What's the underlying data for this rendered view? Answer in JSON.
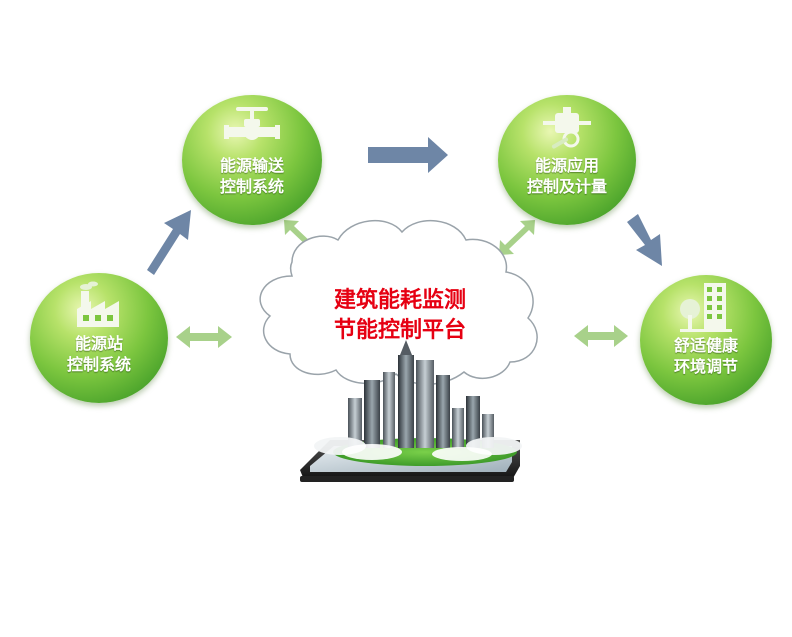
{
  "diagram": {
    "center": {
      "line1": "建筑能耗监测",
      "line2": "节能控制平台"
    },
    "nodes": {
      "station": {
        "line1": "能源站",
        "line2": "控制系统",
        "icon": "factory-icon"
      },
      "transport": {
        "line1": "能源输送",
        "line2": "控制系统",
        "icon": "valve-icon"
      },
      "application": {
        "line1": "能源应用",
        "line2": "控制及计量",
        "icon": "wrench-icon"
      },
      "comfort": {
        "line1": "舒适健康",
        "line2": "环境调节",
        "icon": "building-tree-icon"
      }
    },
    "colors": {
      "node_green": "#5fb832",
      "title_red": "#e60012",
      "flow_arrow": "#6e86a6",
      "link_arrow": "#a8d18a"
    }
  }
}
